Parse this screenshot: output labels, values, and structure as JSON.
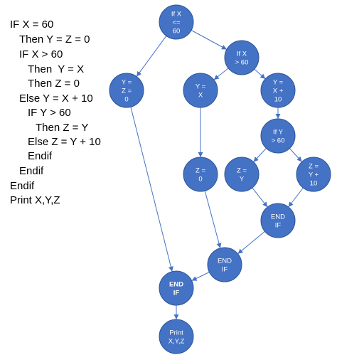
{
  "code": {
    "lines": [
      "IF X = 60",
      "Then Y = Z = 0",
      "IF X > 60",
      "Then  Y = X",
      "Then Z = 0",
      "Else Y = X + 10",
      "IF Y > 60",
      "Then Z = Y",
      "Else Z = Y + 10",
      "Endif",
      "Endif",
      "Endif",
      "Print X,Y,Z"
    ]
  },
  "flowchart": {
    "nodes": [
      {
        "id": "if-x-le-60",
        "lines": [
          "If X",
          "<=",
          "60"
        ],
        "bold": false
      },
      {
        "id": "if-x-gt-60",
        "lines": [
          "If X",
          "> 60"
        ],
        "bold": false
      },
      {
        "id": "y-z-0",
        "lines": [
          "Y =",
          "Z =",
          "0"
        ],
        "bold": false
      },
      {
        "id": "y-x",
        "lines": [
          "Y =",
          "X"
        ],
        "bold": false
      },
      {
        "id": "y-x-plus-10",
        "lines": [
          "Y =",
          "X +",
          "10"
        ],
        "bold": false
      },
      {
        "id": "if-y-gt-60",
        "lines": [
          "If Y",
          "> 60"
        ],
        "bold": false
      },
      {
        "id": "z-0",
        "lines": [
          "Z =",
          "0"
        ],
        "bold": false
      },
      {
        "id": "z-y",
        "lines": [
          "Z =",
          "Y"
        ],
        "bold": false
      },
      {
        "id": "z-y-plus-10",
        "lines": [
          "Z =",
          "Y +",
          "10"
        ],
        "bold": false
      },
      {
        "id": "end-if-inner",
        "lines": [
          "END",
          "IF"
        ],
        "bold": false
      },
      {
        "id": "end-if-middle",
        "lines": [
          "END",
          "IF"
        ],
        "bold": false
      },
      {
        "id": "end-if-outer",
        "lines": [
          "END",
          "IF"
        ],
        "bold": true
      },
      {
        "id": "print-xyz",
        "lines": [
          "Print",
          "X,Y,Z"
        ],
        "bold": false
      }
    ],
    "edges": [
      [
        "if-x-le-60",
        "y-z-0"
      ],
      [
        "if-x-le-60",
        "if-x-gt-60"
      ],
      [
        "if-x-gt-60",
        "y-x"
      ],
      [
        "if-x-gt-60",
        "y-x-plus-10"
      ],
      [
        "y-x",
        "z-0"
      ],
      [
        "y-x-plus-10",
        "if-y-gt-60"
      ],
      [
        "if-y-gt-60",
        "z-y"
      ],
      [
        "if-y-gt-60",
        "z-y-plus-10"
      ],
      [
        "z-y",
        "end-if-inner"
      ],
      [
        "z-y-plus-10",
        "end-if-inner"
      ],
      [
        "end-if-inner",
        "end-if-middle"
      ],
      [
        "z-0",
        "end-if-middle"
      ],
      [
        "y-z-0",
        "end-if-outer"
      ],
      [
        "end-if-middle",
        "end-if-outer"
      ],
      [
        "end-if-outer",
        "print-xyz"
      ]
    ],
    "colors": {
      "node_fill": "#4472c4",
      "node_stroke": "#2f5597",
      "edge": "#4472c4",
      "node_text": "#ffffff"
    }
  }
}
